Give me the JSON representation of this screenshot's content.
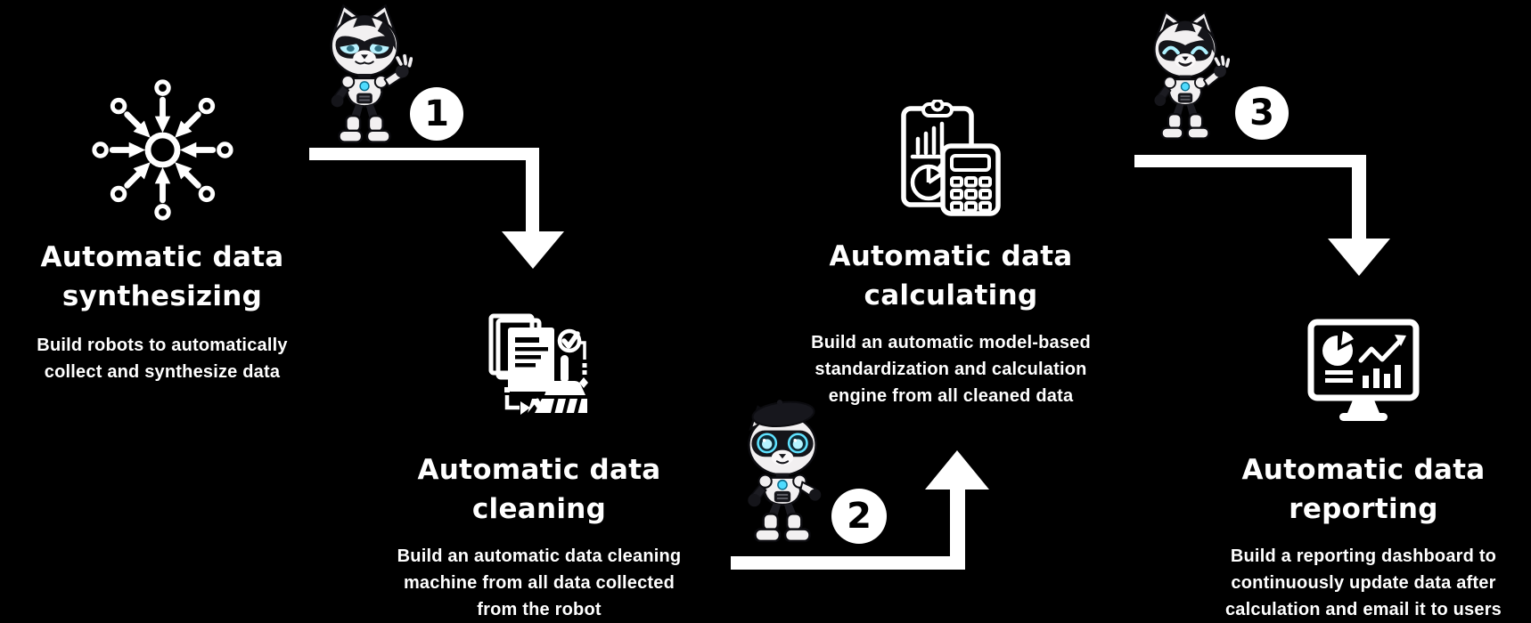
{
  "colors": {
    "background": "#000000",
    "foreground": "#ffffff",
    "badge_bg": "#ffffff",
    "badge_text": "#000000",
    "eye_glow": "#67e4ff"
  },
  "steps": [
    {
      "icon": "data-hub-icon",
      "title_lines": [
        "Automatic data",
        "synthesizing"
      ],
      "desc_lines": [
        "Build robots to automatically",
        "collect and synthesize data"
      ]
    },
    {
      "icon": "data-cleaning-icon",
      "title_lines": [
        "Automatic data",
        "cleaning"
      ],
      "desc_lines": [
        "Build an automatic data cleaning",
        "machine from all data collected",
        "from the robot"
      ]
    },
    {
      "icon": "data-calculating-icon",
      "title_lines": [
        "Automatic data",
        "calculating"
      ],
      "desc_lines": [
        "Build an automatic model-based",
        "standardization and calculation",
        "engine from all cleaned data"
      ]
    },
    {
      "icon": "data-reporting-icon",
      "title_lines": [
        "Automatic data",
        "reporting"
      ],
      "desc_lines": [
        "Build a reporting dashboard to",
        "continuously update data after",
        "calculation and email it to users"
      ]
    }
  ],
  "badges": [
    {
      "label": "1"
    },
    {
      "label": "2"
    },
    {
      "label": "3"
    }
  ],
  "mascots": [
    {
      "name": "robot-cat-determined"
    },
    {
      "name": "robot-cat-beret"
    },
    {
      "name": "robot-cat-happy"
    }
  ]
}
